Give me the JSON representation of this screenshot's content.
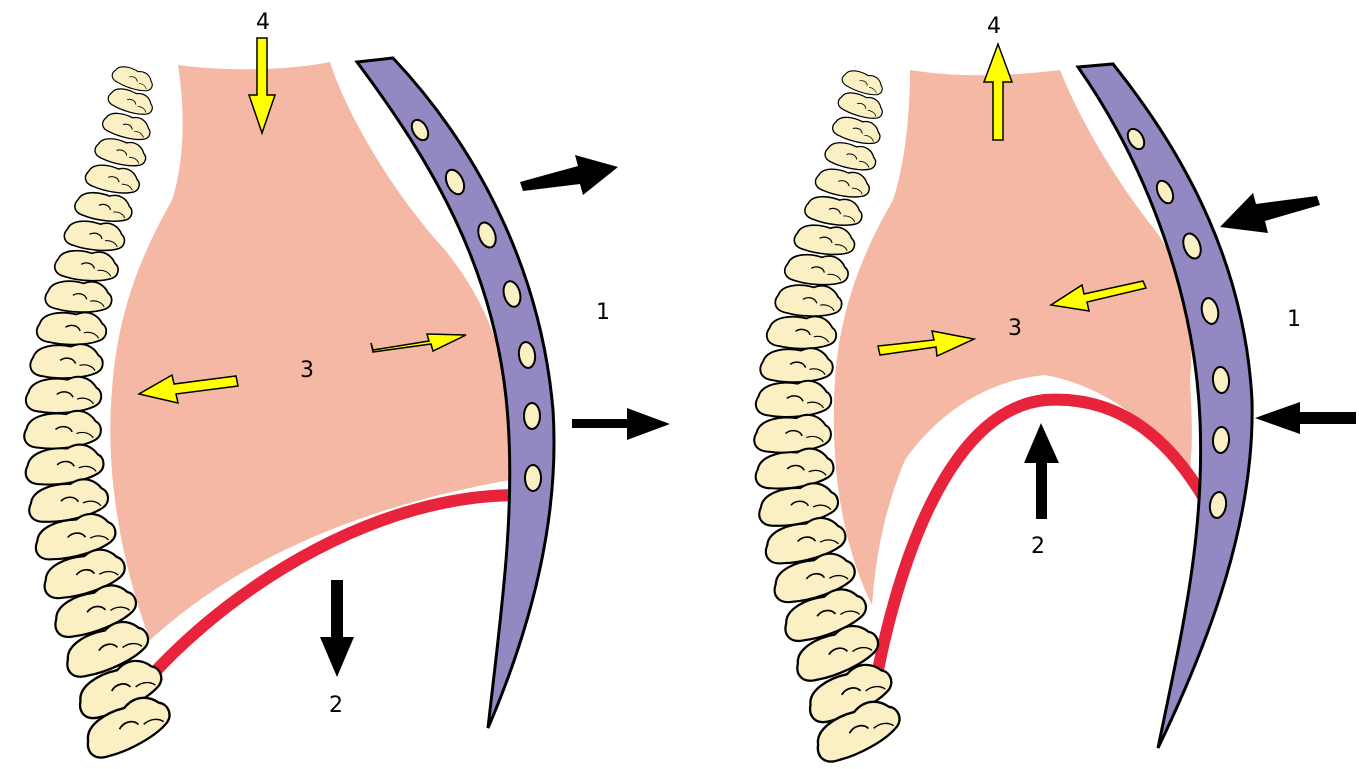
{
  "colors": {
    "lung": "#f4b8a5",
    "diaphragm": "#e8243c",
    "rib": "#9388c2",
    "rib_hole": "#fbf0c3",
    "vertebra": "#fbf0c3",
    "yellow_arrow": "#ffff00",
    "black_arrow": "#000000"
  },
  "panels": [
    {
      "labels": {
        "outside": "1",
        "diaphragm": "2",
        "lung": "3",
        "top": "4"
      }
    },
    {
      "labels": {
        "outside": "1",
        "diaphragm": "2",
        "lung": "3",
        "top": "4"
      }
    }
  ]
}
